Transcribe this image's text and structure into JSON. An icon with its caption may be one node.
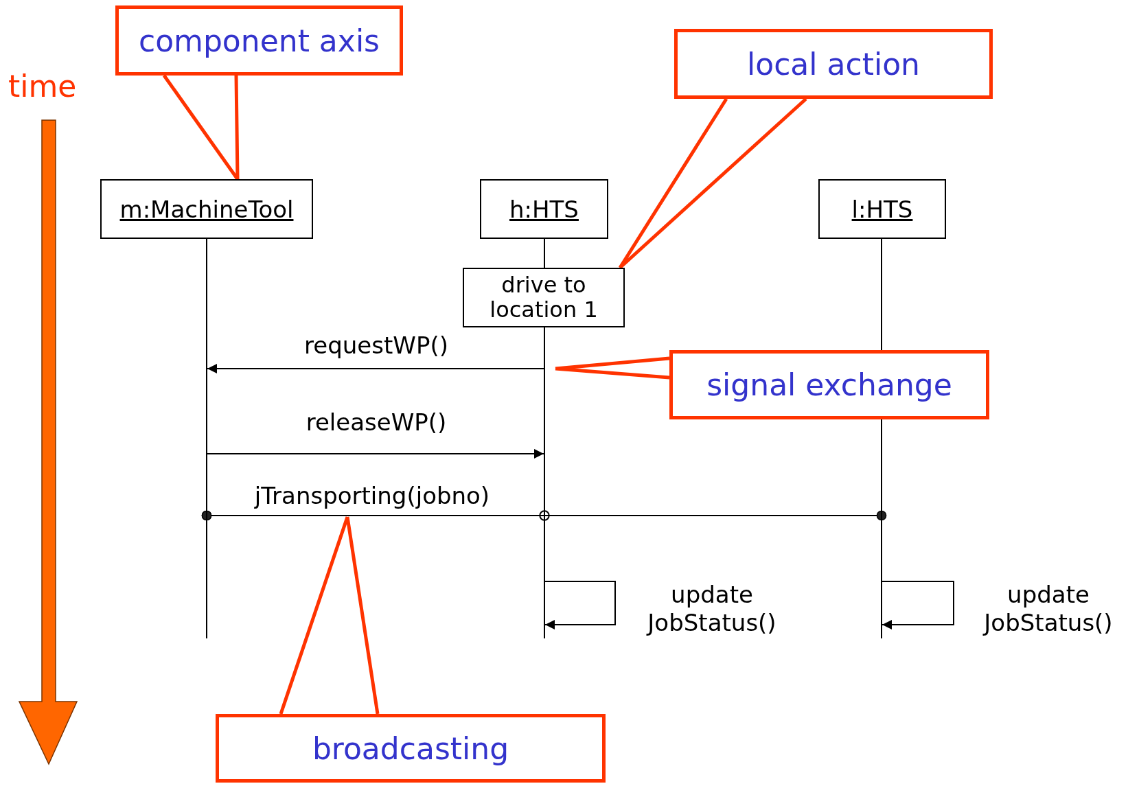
{
  "diagram": {
    "nodes": [
      {
        "text": [
          "component axis"
        ]
      },
      {
        "text": [
          "local action"
        ]
      },
      {
        "text": [
          "signal exchange"
        ]
      },
      {
        "text": [
          "broadcasting"
        ]
      },
      {
        "text": [
          "m:MachineTool"
        ]
      },
      {
        "text": [
          "h:HTS"
        ]
      },
      {
        "text": [
          "l:HTS"
        ]
      },
      {
        "text": [
          "drive to location 1"
        ]
      },
      {
        "text": [],
        "shape": "line"
      },
      {
        "text": [],
        "shape": "line"
      },
      {
        "text": [],
        "shape": "line"
      }
    ],
    "edges": [
      {
        "from": 0,
        "to": 4,
        "arrow": "none",
        "style": "thick",
        "color": "#ff3300"
      },
      {
        "from": 1,
        "to": 7,
        "arrow": "none",
        "style": "thick",
        "color": "#ff3300"
      },
      {
        "from": 2,
        "to": null,
        "arrow": "none",
        "style": "thick",
        "color": "#ff3300"
      },
      {
        "from": 3,
        "to": null,
        "arrow": "none",
        "style": "thick",
        "color": "#ff3300"
      },
      {
        "from": 9,
        "to": 8,
        "arrow": "to",
        "label": "requestWP()"
      },
      {
        "from": 8,
        "to": 9,
        "arrow": "to",
        "label": "releaseWP()"
      },
      {
        "from": 8,
        "to": 9,
        "arrow": "other",
        "label": "jTransporting(jobno)"
      },
      {
        "from": 8,
        "to": 10,
        "arrow": "other"
      },
      {
        "from": 9,
        "to": 9,
        "arrow": "to",
        "label": "update JobStatus()"
      },
      {
        "from": 10,
        "to": 10,
        "arrow": "to",
        "label": "update JobStatus()"
      }
    ],
    "labels": [
      "time"
    ]
  }
}
